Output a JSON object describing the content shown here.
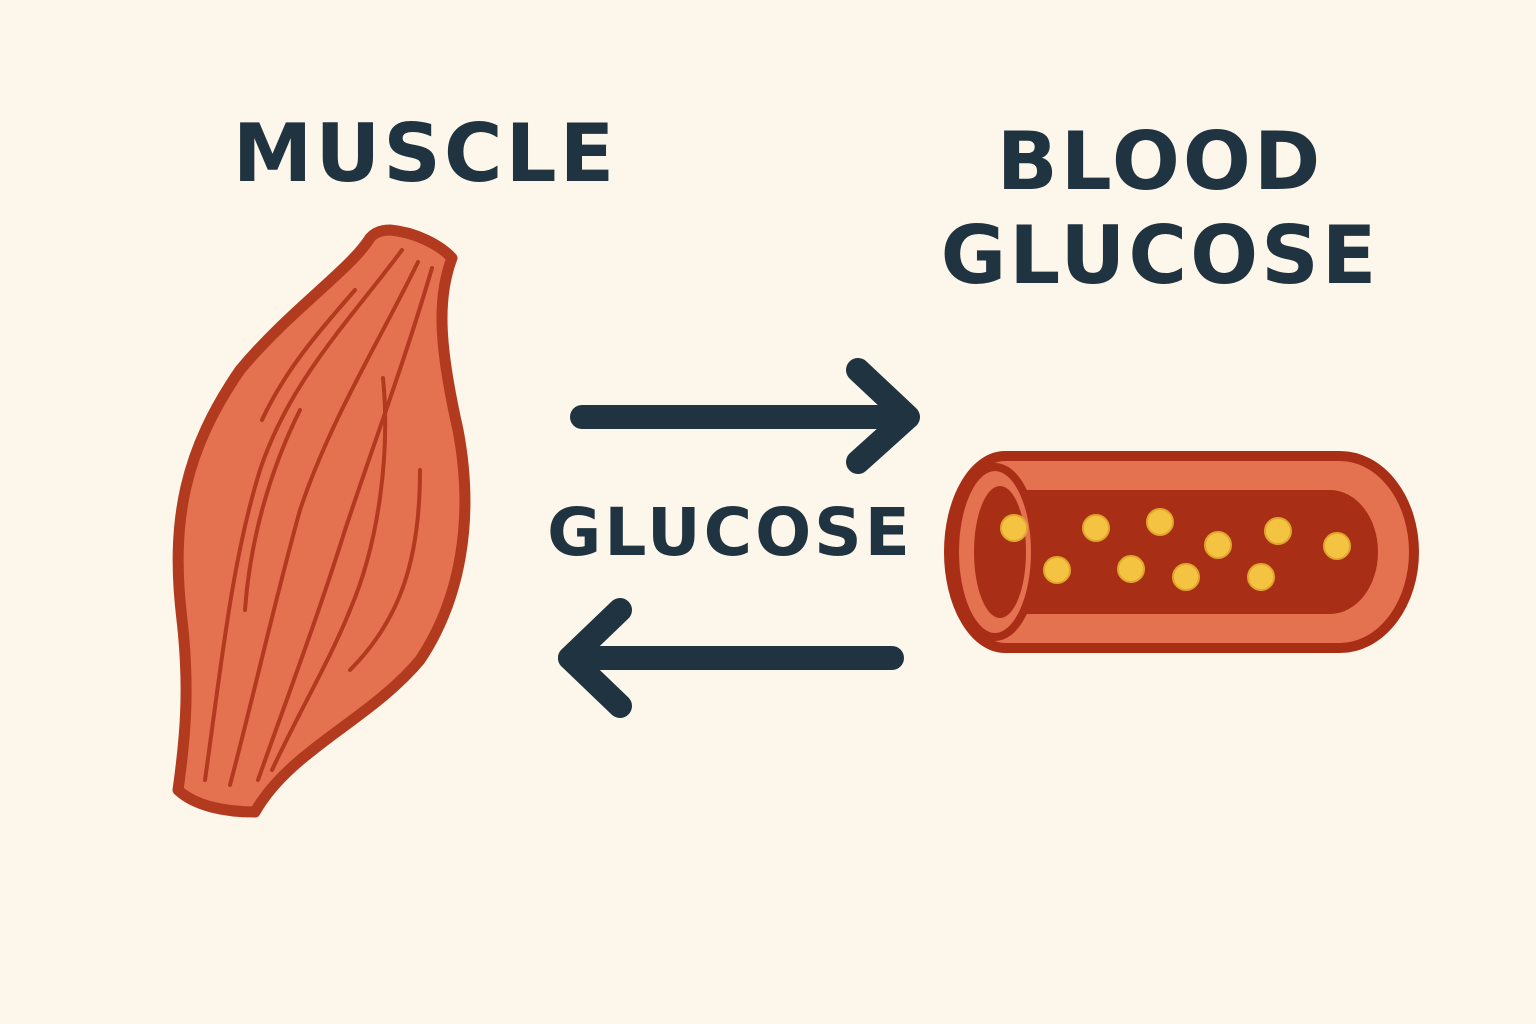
{
  "labels": {
    "muscle": "MUSCLE",
    "blood_line1": "BLOOD",
    "blood_line2": "GLUCOSE",
    "glucose": "GLUCOSE"
  },
  "colors": {
    "background": "#fdf6ea",
    "text": "#1f3340",
    "arrow": "#1f3340",
    "muscle_fill": "#e4714f",
    "muscle_outline": "#b23a1f",
    "vessel_outer": "#e4714f",
    "vessel_inner": "#a82e15",
    "glucose_dot": "#f5c342"
  },
  "arrows": [
    {
      "direction": "right",
      "from": "muscle",
      "to": "blood glucose"
    },
    {
      "direction": "left",
      "from": "blood glucose",
      "to": "muscle"
    }
  ]
}
